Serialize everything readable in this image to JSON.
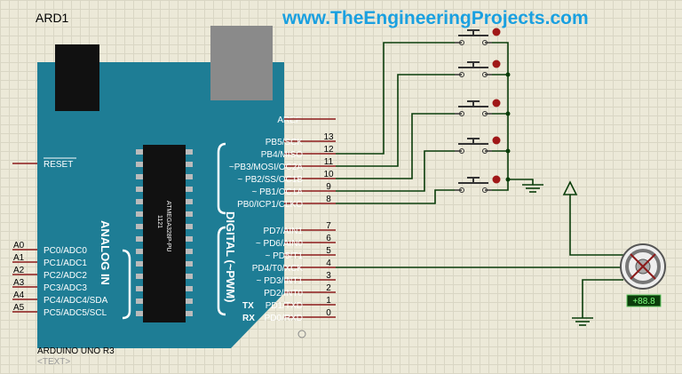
{
  "header": {
    "component_ref": "ARD1",
    "website": "www.TheEngineeringProjects.com"
  },
  "board": {
    "name": "ARDUINO UNO R3",
    "text_placeholder": "<TEXT>",
    "chip_label_line1": "1121",
    "chip_label_line2": "ATMEGA328P-PU",
    "section_analog": "ANALOG IN",
    "section_digital": "DIGITAL (~PWM)",
    "aref_label": "AREF",
    "reset_label": "RESET",
    "tx_label": "TX",
    "rx_label": "RX"
  },
  "analog_pins": [
    {
      "num": "A0",
      "name": "PC0/ADC0"
    },
    {
      "num": "A1",
      "name": "PC1/ADC1"
    },
    {
      "num": "A2",
      "name": "PC2/ADC2"
    },
    {
      "num": "A3",
      "name": "PC3/ADC3"
    },
    {
      "num": "A4",
      "name": "PC4/ADC4/SDA"
    },
    {
      "num": "A5",
      "name": "PC5/ADC5/SCL"
    }
  ],
  "digital_pins": [
    {
      "num": "13",
      "name": "PB5/SCK"
    },
    {
      "num": "12",
      "name": "PB4/MISO"
    },
    {
      "num": "11",
      "name": "~PB3/MOSI/OC2A"
    },
    {
      "num": "10",
      "name": "~ PB2/SS/OC1B"
    },
    {
      "num": "9",
      "name": "~ PB1/OC1A"
    },
    {
      "num": "8",
      "name": "PB0/ICP1/CLKO"
    },
    {
      "num": "7",
      "name": "PD7/AIN1"
    },
    {
      "num": "6",
      "name": "~ PD6/AIN0"
    },
    {
      "num": "5",
      "name": "~ PD5/T1"
    },
    {
      "num": "4",
      "name": "PD4/T0/XCK"
    },
    {
      "num": "3",
      "name": "~ PD3/INT1"
    },
    {
      "num": "2",
      "name": "PD2/INT0"
    },
    {
      "num": "1",
      "name": "PD1/TXD"
    },
    {
      "num": "0",
      "name": "PD0/RXD"
    }
  ],
  "motor": {
    "readout": "+88.8"
  },
  "colors": {
    "board": "#1e7d95",
    "chip": "#111111",
    "wire": "#0a3d0a",
    "pin": "#8b1a1a",
    "title": "#1aa0e0"
  }
}
